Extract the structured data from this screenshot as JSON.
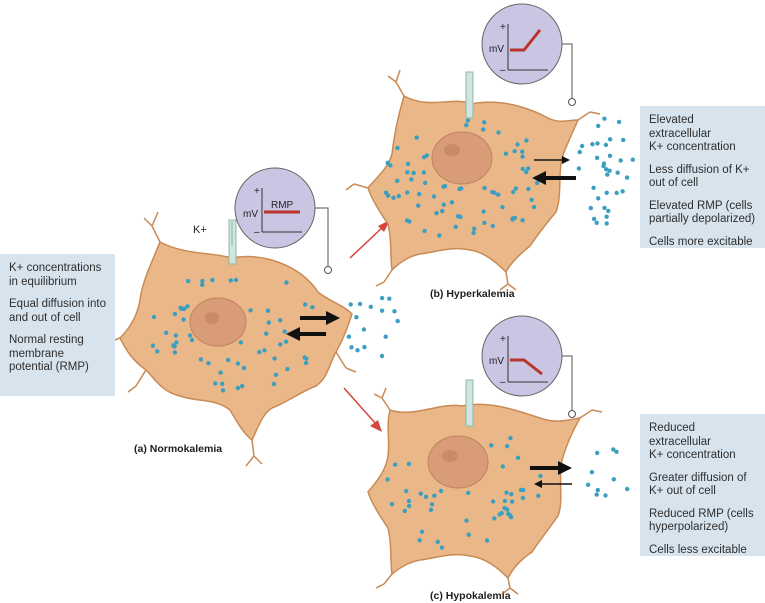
{
  "colors": {
    "cell_fill": "#eab888",
    "cell_stroke": "#c98a55",
    "nucleus": "#d99c78",
    "ion": "#3a9fc0",
    "meter_face": "#c9c5e2",
    "trace": "#b8342c",
    "infobox_bg": "#d7e4ee",
    "red_arrow": "#d4453a"
  },
  "ion_label": "K+",
  "panels": {
    "normokalemia": {
      "caption": "(a) Normokalemia",
      "meter": {
        "y_label": "mV",
        "trace_label": "RMP",
        "plus": "+",
        "minus": "–"
      },
      "info": [
        "K+ concentrations\nin equilibrium",
        "Equal diffusion into\nand out of cell",
        "Normal resting\nmembrane\npotential (RMP)"
      ]
    },
    "hyperkalemia": {
      "caption": "(b) Hyperkalemia",
      "meter": {
        "y_label": "mV",
        "plus": "+",
        "minus": "–"
      },
      "info": [
        "Elevated extracellular\nK+ concentration",
        "Less diffusion of K+\nout of cell",
        "Elevated RMP (cells\npartially depolarized)",
        "Cells more excitable"
      ]
    },
    "hypokalemia": {
      "caption": "(c) Hypokalemia",
      "meter": {
        "y_label": "mV",
        "plus": "+",
        "minus": "–"
      },
      "info": [
        "Reduced extracellular\nK+ concentration",
        "Greater diffusion of\nK+ out of cell",
        "Reduced RMP (cells\nhyperpolarized)",
        "Cells less excitable"
      ]
    }
  }
}
